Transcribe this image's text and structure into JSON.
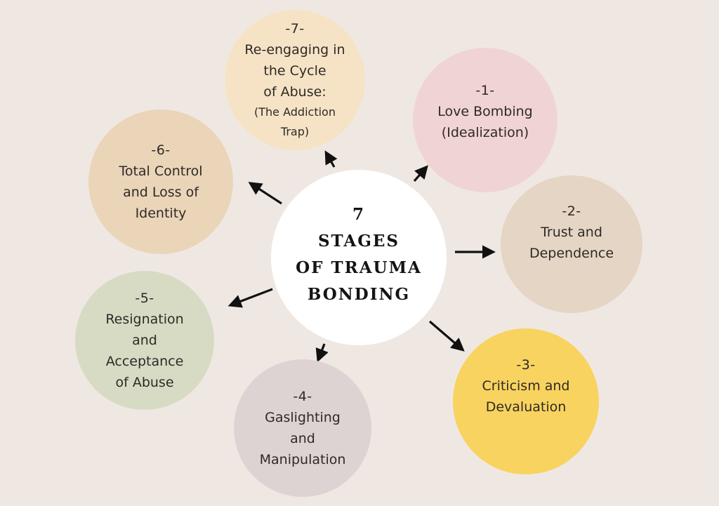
{
  "title": {
    "lines": [
      "7",
      "STAGES",
      "OF TRAUMA",
      "BONDING"
    ]
  },
  "colors": {
    "background": "#efe8e2",
    "center": "#ffffff",
    "arrow": "#111111",
    "text": "#2e2a26"
  },
  "stages": [
    {
      "number": "-1-",
      "lines": [
        "Love Bombing",
        "(Idealization)"
      ],
      "color": "#f0d4d3"
    },
    {
      "number": "-2-",
      "lines": [
        "Trust and",
        "Dependence"
      ],
      "color": "#e5d5c4"
    },
    {
      "number": "-3-",
      "lines": [
        "Criticism and",
        "Devaluation"
      ],
      "color": "#f8d35f"
    },
    {
      "number": "-4-",
      "lines": [
        "Gaslighting",
        "and",
        "Manipulation"
      ],
      "color": "#ddd3d3"
    },
    {
      "number": "-5-",
      "lines": [
        "Resignation",
        "and",
        "Acceptance",
        "of Abuse"
      ],
      "color": "#d7dbc4"
    },
    {
      "number": "-6-",
      "lines": [
        "Total Control",
        "and Loss of",
        "Identity"
      ],
      "color": "#ead5b9"
    },
    {
      "number": "-7-",
      "lines": [
        "Re-engaging in",
        "the Cycle",
        "of Abuse:"
      ],
      "sublines": [
        "(The Addiction",
        "Trap)"
      ],
      "color": "#f6e3c6"
    }
  ]
}
